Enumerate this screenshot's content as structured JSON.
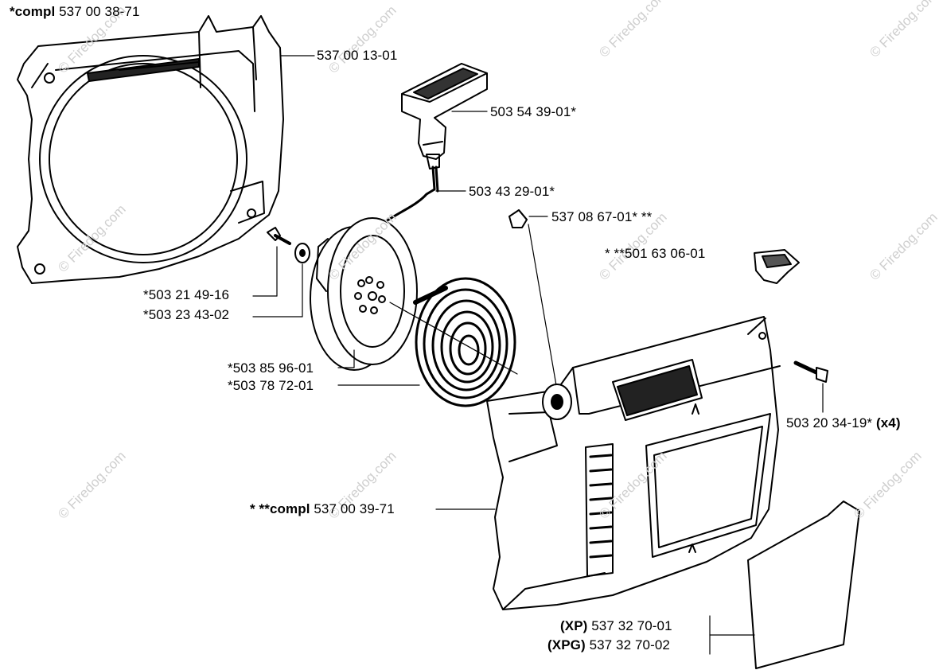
{
  "watermark": "© Firedog.com",
  "labels": {
    "cover_top": {
      "prefix": "*compl",
      "part": "537 00 38-71"
    },
    "cover_top_part": {
      "part": "537 00 13-01"
    },
    "handle": {
      "part": "503 54 39-01*"
    },
    "rope": {
      "part": "503 43 29-01*"
    },
    "bushing": {
      "part": "537 08 67-01* **"
    },
    "grommet": {
      "part": "* **501 63 06-01"
    },
    "screw_small": {
      "part": "*503 21 49-16"
    },
    "washer": {
      "part": "*503 23 43-02"
    },
    "pulley": {
      "part": "*503 85 96-01"
    },
    "spring": {
      "part": "*503 78 72-01"
    },
    "screw_x4": {
      "part": "503 20 34-19*",
      "suffix": "(x4)"
    },
    "starter_compl": {
      "prefix": "* **compl",
      "part": "537 00 39-71"
    },
    "decal_xp": {
      "prefix": "(XP)",
      "part": "537 32 70-01"
    },
    "decal_xpg": {
      "prefix": "(XPG)",
      "part": "537 32 70-02"
    }
  }
}
